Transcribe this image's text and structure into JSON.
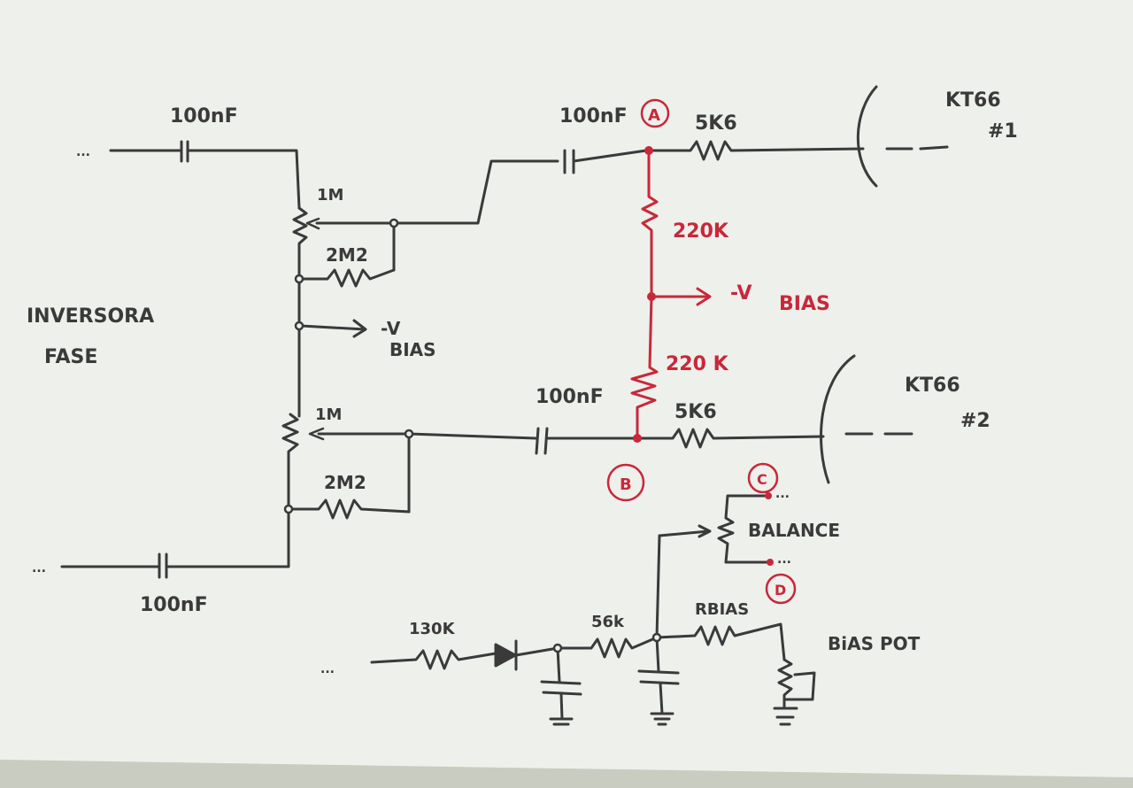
{
  "colors": {
    "ink": "#3a3a3a",
    "red_ink": "#c8283a",
    "paper": "#eef0ec",
    "background": "#c9ccc0"
  },
  "labels": {
    "stage": [
      "INVERSORA",
      "FASE"
    ],
    "c_in_top": "100nF",
    "c_in_bottom": "100nF",
    "r_grid_top": "1M",
    "r_top_2m2": "2M2",
    "bias_left": [
      "-V",
      "BIAS"
    ],
    "r_grid_bottom": "1M",
    "r_bottom_2m2": "2M2",
    "c_couple_top": "100nF",
    "c_couple_bottom": "100nF",
    "node_a": "A",
    "node_b": "B",
    "node_c": "C",
    "node_d": "D",
    "r_stop_top": "5K6",
    "r_stop_bottom": "5K6",
    "r_red_top": "220K",
    "r_red_bottom": "220 K",
    "bias_red": [
      "-V",
      "BIAS"
    ],
    "tube1": [
      "KT66",
      "#1"
    ],
    "tube2": [
      "KT66",
      "#2"
    ],
    "balance": "BALANCE",
    "r_130k": "130K",
    "r_56k": "56k",
    "r_bias": "RBIAS",
    "bias_pot": "BiAS POT",
    "ellipsis": "..."
  }
}
